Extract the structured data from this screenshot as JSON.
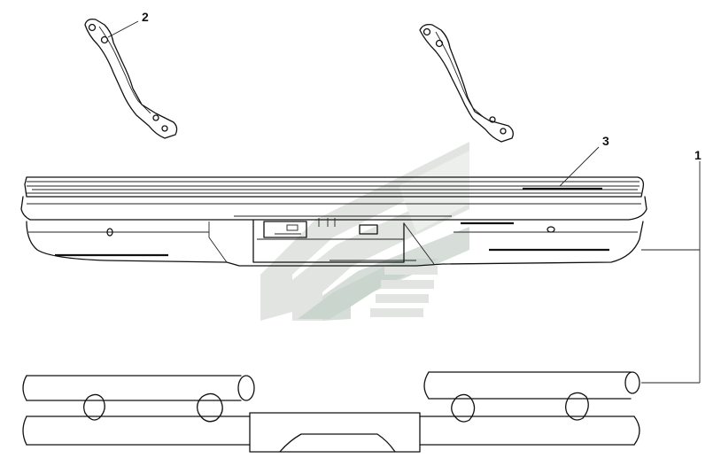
{
  "diagram": {
    "callouts": [
      {
        "id": "callout-1",
        "label": "1"
      },
      {
        "id": "callout-2",
        "label": "2"
      },
      {
        "id": "callout-3",
        "label": "3"
      }
    ],
    "watermark": {
      "icon": "chevron-logo-watermark",
      "colors": [
        "#c9cfc9",
        "#9fb3a6",
        "#dde2dd"
      ]
    }
  }
}
